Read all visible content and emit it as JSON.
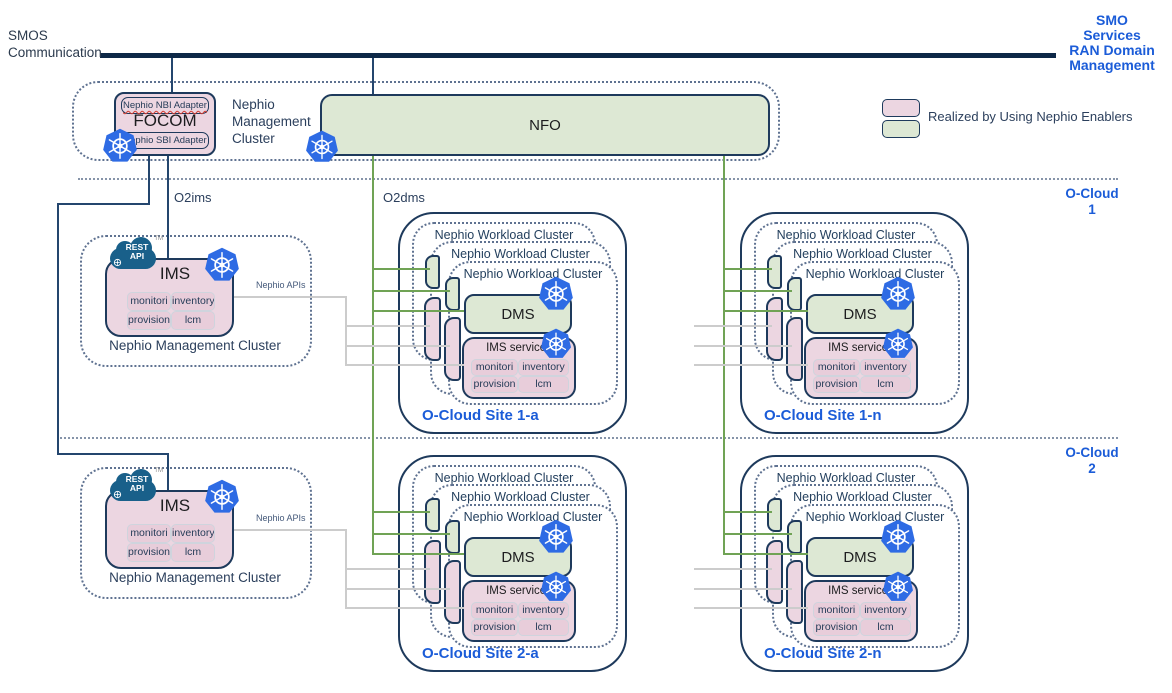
{
  "colors": {
    "navy_border": "#1e3a5c",
    "thick_bus": "#0d2847",
    "pink_fill": "#ecd6e1",
    "green_fill": "#dde8d4",
    "blue_text": "#1b5cd8",
    "kubernetes_blue": "#2e6be4",
    "green_line": "#70a355",
    "gray_line": "#cccccc",
    "rest_cloud_blue": "#19608a"
  },
  "header": {
    "smos_line1": "SMOS",
    "smos_line2": "Communication",
    "smo_lines": [
      "SMO",
      "Services",
      "RAN Domain",
      "Management"
    ]
  },
  "legend": {
    "label": "Realized by Using Nephio Enablers"
  },
  "management_cluster": {
    "label": "Nephio Management Cluster",
    "focom": {
      "title": "FOCOM",
      "nbi": "Nephio NBI Adapter",
      "sbi": "Nephio SBI Adapter"
    },
    "nfo": "NFO"
  },
  "interfaces": {
    "o2ims": "O2ims",
    "o2dms": "O2dms",
    "nephio_apis": "Nephio APIs"
  },
  "o_cloud_zones": [
    {
      "line1": "O-Cloud",
      "line2": "1"
    },
    {
      "line1": "O-Cloud",
      "line2": "2"
    }
  ],
  "ims_cluster": {
    "title": "IMS",
    "cluster_label": "Nephio Management Cluster",
    "services": [
      "monitori",
      "inventory",
      "provision",
      "lcm"
    ],
    "rest_api": {
      "line1": "REST",
      "line2": "API",
      "tm": "TM"
    }
  },
  "site_common": {
    "workload_cluster": "Nephio Workload Cluster",
    "dms": "DMS",
    "ims_services_title": "IMS services",
    "services": [
      "monitori",
      "inventory",
      "provision",
      "lcm"
    ]
  },
  "sites": [
    {
      "label": "O-Cloud Site 1-a"
    },
    {
      "label": "O-Cloud Site 1-n"
    },
    {
      "label": "O-Cloud Site 2-a"
    },
    {
      "label": "O-Cloud Site 2-n"
    }
  ]
}
